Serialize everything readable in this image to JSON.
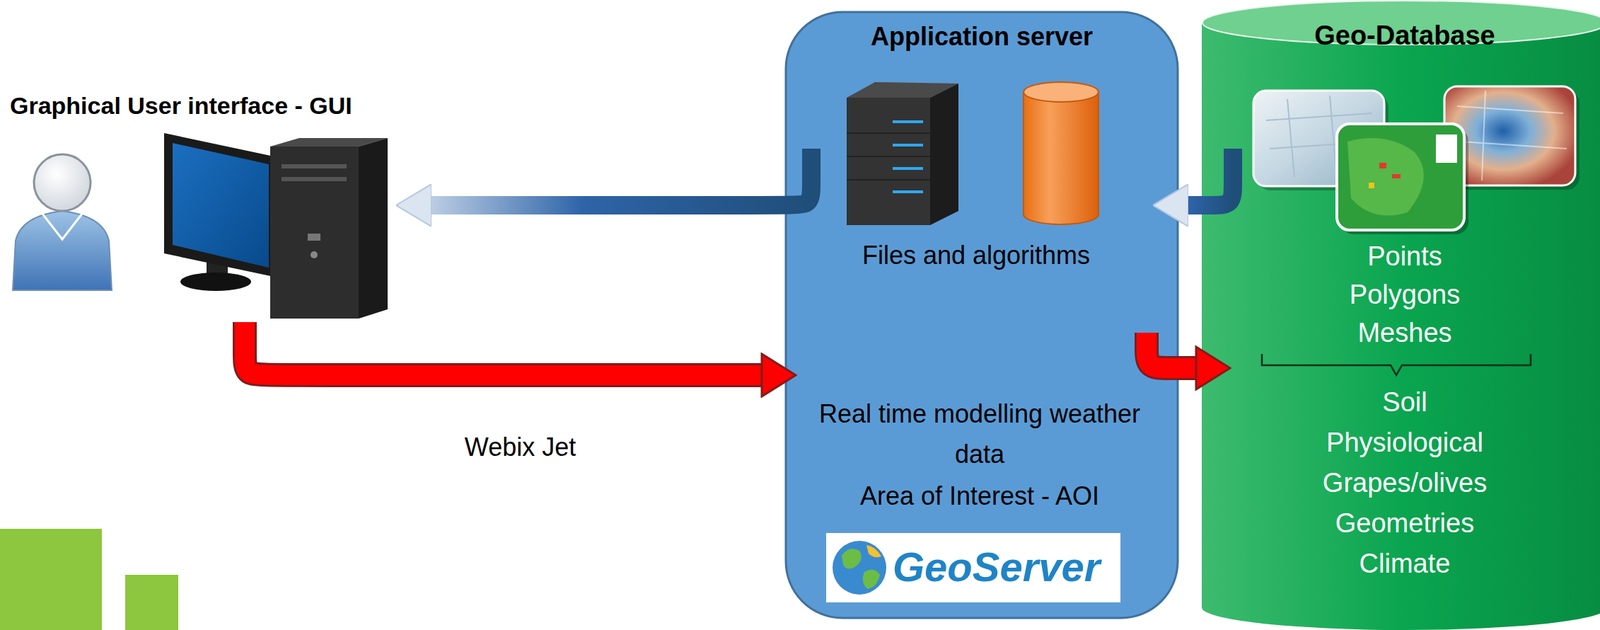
{
  "diagram": {
    "nodes": [
      {
        "text": [
          "Graphical User interface - GUI"
        ]
      },
      {
        "text": [
          "Application server"
        ]
      },
      {
        "text": [
          "Files and algorithms"
        ],
        "in": 1
      },
      {
        "text": [
          "Real time modelling weather data",
          "Area of Interest - AOI"
        ],
        "in": 1
      },
      {
        "text": [
          "Geo-Database",
          "Points Polygons Meshes",
          "Soil Physiological Grapes/olives Geometries Climate"
        ]
      }
    ],
    "edges": [
      {
        "from": 2,
        "to": 0,
        "arrow": "to"
      },
      {
        "from": 4,
        "to": 2,
        "arrow": "to"
      },
      {
        "from": 0,
        "to": 3,
        "label": "Webix Jet",
        "arrow": "to"
      },
      {
        "from": 3,
        "to": 4,
        "arrow": "to"
      }
    ],
    "labels": [
      "GeoServer"
    ]
  }
}
